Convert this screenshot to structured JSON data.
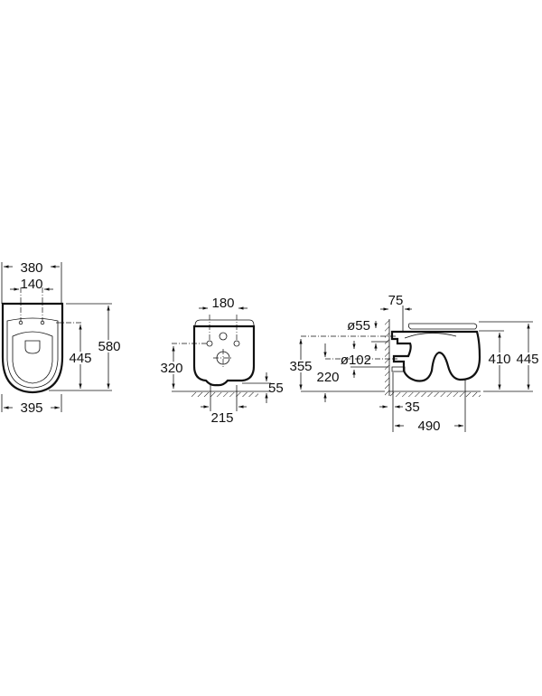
{
  "views": {
    "top": {
      "width_top": "380",
      "fixing_spacing": "140",
      "depth_fixing": "445",
      "depth_total": "580",
      "width_bottom": "395"
    },
    "rear": {
      "fixing_spacing": "180",
      "fixing_height": "320",
      "outlet_height": "55",
      "floor_width": "215"
    },
    "side": {
      "wall_offset": "75",
      "inlet_diameter": "ø55",
      "outlet_diameter": "ø102",
      "inlet_height": "355",
      "outlet_height": "220",
      "bowl_height": "410",
      "total_height": "445",
      "wall_gap": "35",
      "projection": "490"
    }
  },
  "colors": {
    "line": "#111111",
    "background": "#ffffff"
  }
}
